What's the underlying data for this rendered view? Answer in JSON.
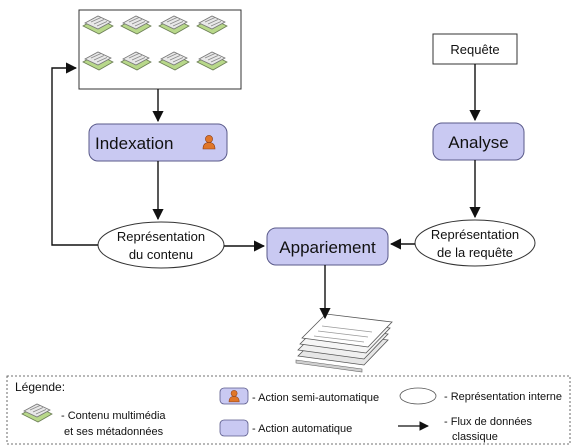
{
  "diagram": {
    "nodes": {
      "query": "Requête",
      "indexation": "Indexation",
      "analysis": "Analyse",
      "content_repr_line1": "Représentation",
      "content_repr_line2": "du contenu",
      "matching": "Appariement",
      "query_repr_line1": "Représentation",
      "query_repr_line2": "de la requête"
    }
  },
  "legend": {
    "title": "Légende:",
    "multimedia_line1": "- Contenu multimédia",
    "multimedia_line2": "et ses métadonnées",
    "semi_auto": "- Action semi-automatique",
    "auto": "- Action automatique",
    "internal_repr": "- Représentation interne",
    "flow_line1": "- Flux de données",
    "flow_line2": "classique"
  },
  "colors": {
    "action_fill": "#c9c9f2",
    "action_stroke": "#5a5a8a",
    "doc_green": "#b8d88a",
    "person_icon": "#e0762a"
  }
}
